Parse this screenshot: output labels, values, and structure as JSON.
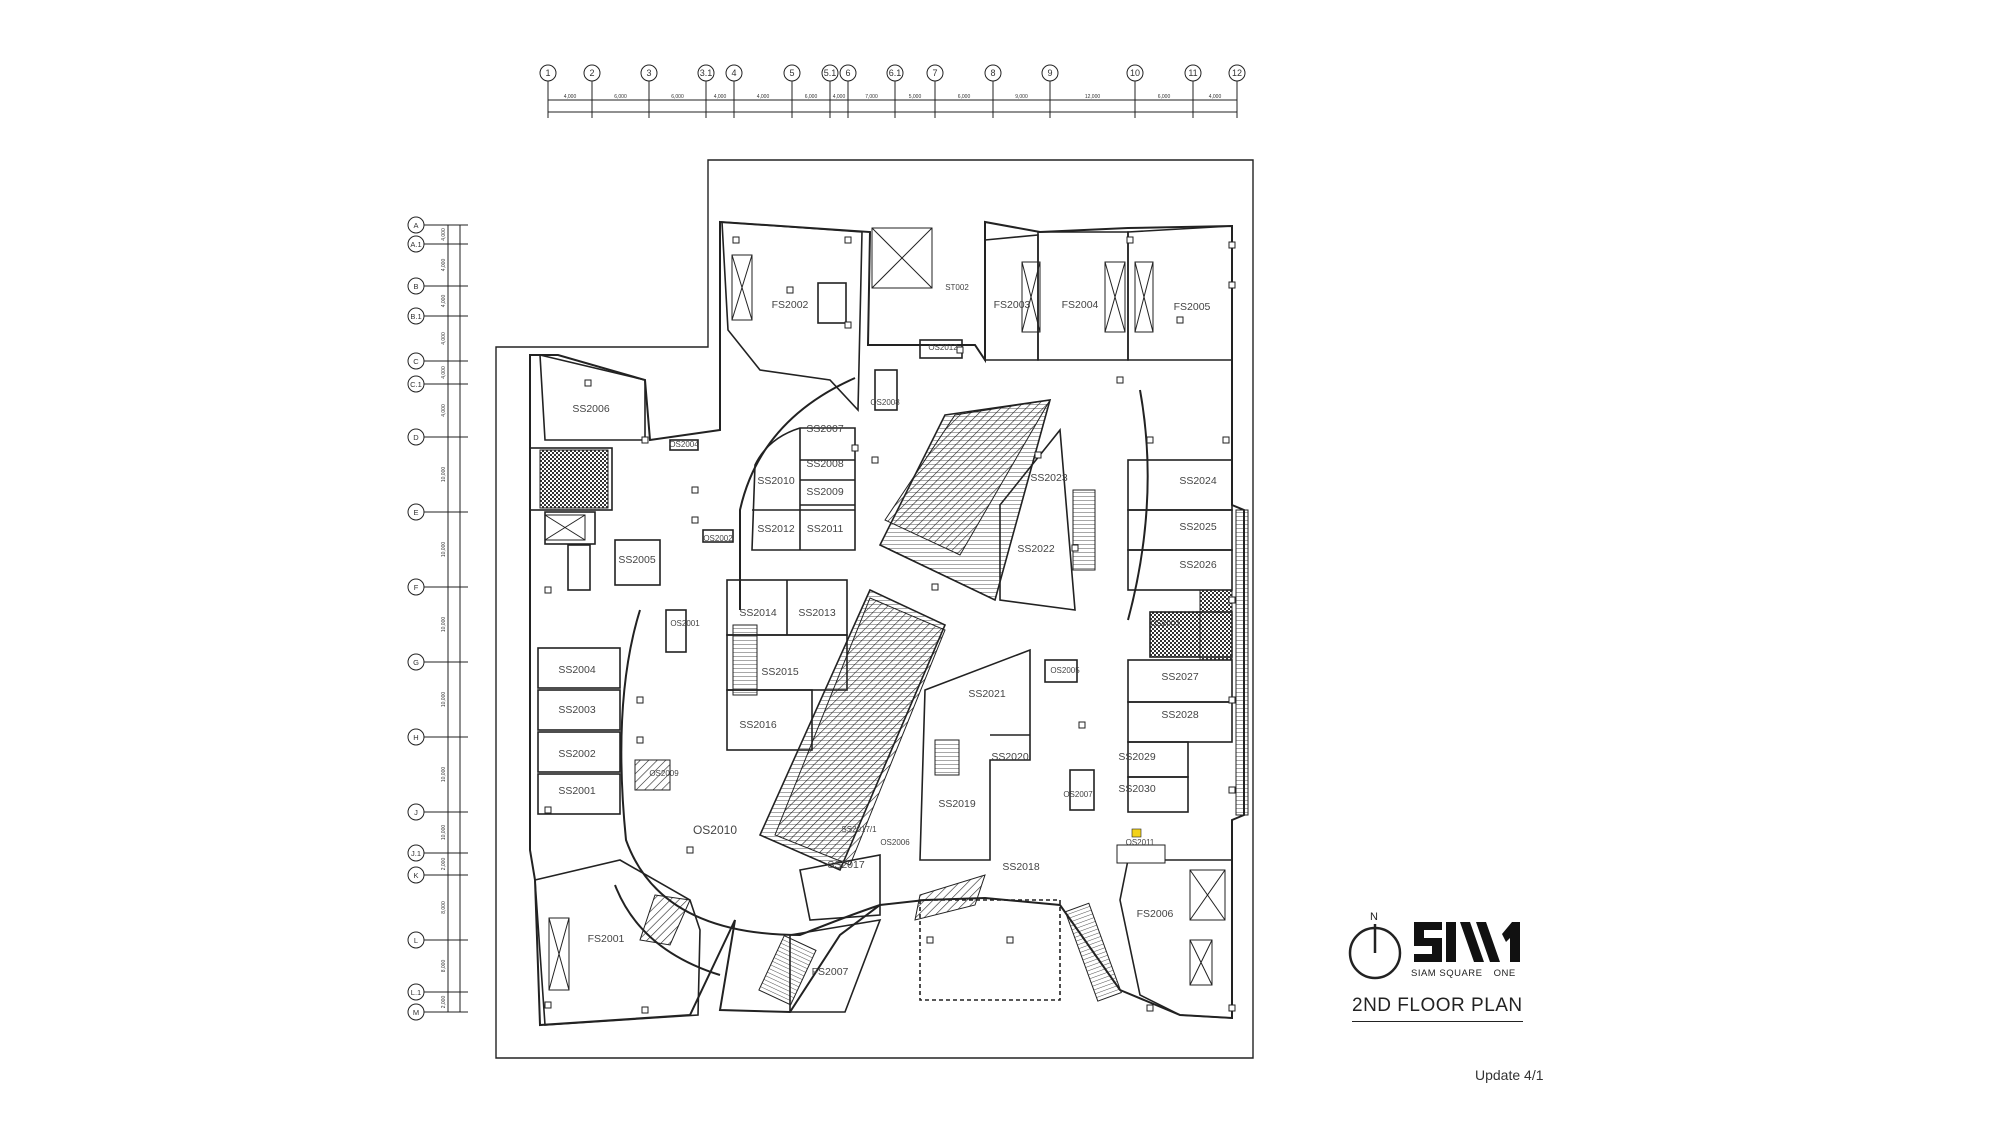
{
  "drawing": {
    "title": "2ND  FLOOR PLAN",
    "update": "Update  4/1",
    "north_label": "N",
    "brand_words": [
      "SIAM SQUARE",
      "ONE"
    ],
    "line_color": "#222222",
    "highlight_color": "#f2d21b"
  },
  "grid": {
    "columns": [
      "1",
      "2",
      "3",
      "3.1",
      "4",
      "5",
      "5.1",
      "6",
      "6.1",
      "7",
      "8",
      "9",
      "10",
      "11",
      "12"
    ],
    "rows": [
      "A",
      "A.1",
      "B",
      "B.1",
      "C",
      "C.1",
      "D",
      "E",
      "F",
      "G",
      "H",
      "J",
      "J.1",
      "K",
      "L",
      "L.1",
      "M"
    ],
    "column_spans": [
      "4,000",
      "6,000",
      "6,000",
      "4,000",
      "4,000",
      "6,000",
      "4,000",
      "7,000",
      "5,000",
      "6,000",
      "9,000",
      "12,000",
      "6,000",
      "4,000"
    ],
    "row_spans": [
      "4,000",
      "4,000",
      "4,000",
      "4,000",
      "4,000",
      "4,000",
      "10,000",
      "10,000",
      "10,000",
      "10,000",
      "10,000",
      "10,000",
      "2,000",
      "8,000",
      "8,000",
      "2,000"
    ]
  },
  "units": [
    {
      "id": "FS2001",
      "kind": "fs"
    },
    {
      "id": "FS2002",
      "kind": "fs"
    },
    {
      "id": "FS2003",
      "kind": "fs"
    },
    {
      "id": "FS2004",
      "kind": "fs"
    },
    {
      "id": "FS2005",
      "kind": "fs"
    },
    {
      "id": "FS2006",
      "kind": "fs"
    },
    {
      "id": "FS2007",
      "kind": "fs"
    },
    {
      "id": "SS2001",
      "kind": "ss"
    },
    {
      "id": "SS2002",
      "kind": "ss"
    },
    {
      "id": "SS2003",
      "kind": "ss"
    },
    {
      "id": "SS2004",
      "kind": "ss"
    },
    {
      "id": "SS2005",
      "kind": "ss"
    },
    {
      "id": "SS2006",
      "kind": "ss"
    },
    {
      "id": "SS2007",
      "kind": "ss"
    },
    {
      "id": "SS2008",
      "kind": "ss"
    },
    {
      "id": "SS2009",
      "kind": "ss"
    },
    {
      "id": "SS2010",
      "kind": "ss"
    },
    {
      "id": "SS2011",
      "kind": "ss"
    },
    {
      "id": "SS2012",
      "kind": "ss"
    },
    {
      "id": "SS2013",
      "kind": "ss"
    },
    {
      "id": "SS2014",
      "kind": "ss"
    },
    {
      "id": "SS2015",
      "kind": "ss"
    },
    {
      "id": "SS2016",
      "kind": "ss"
    },
    {
      "id": "SS2017",
      "kind": "ss"
    },
    {
      "id": "SS2018",
      "kind": "ss"
    },
    {
      "id": "SS2019",
      "kind": "ss"
    },
    {
      "id": "SS2020",
      "kind": "ss"
    },
    {
      "id": "SS2021",
      "kind": "ss"
    },
    {
      "id": "SS2022",
      "kind": "ss"
    },
    {
      "id": "SS2023",
      "kind": "ss"
    },
    {
      "id": "SS2024",
      "kind": "ss"
    },
    {
      "id": "SS2025",
      "kind": "ss"
    },
    {
      "id": "SS2026",
      "kind": "ss"
    },
    {
      "id": "SS2027",
      "kind": "ss"
    },
    {
      "id": "SS2028",
      "kind": "ss"
    },
    {
      "id": "SS2029",
      "kind": "ss"
    },
    {
      "id": "SS2030",
      "kind": "ss"
    },
    {
      "id": "OS2001",
      "kind": "os"
    },
    {
      "id": "OS2002",
      "kind": "os"
    },
    {
      "id": "OS2003",
      "kind": "os"
    },
    {
      "id": "OS2004",
      "kind": "os"
    },
    {
      "id": "OS2005",
      "kind": "os"
    },
    {
      "id": "OS2006",
      "kind": "os"
    },
    {
      "id": "OS2007",
      "kind": "os"
    },
    {
      "id": "OS2008",
      "kind": "os"
    },
    {
      "id": "OS2009",
      "kind": "os"
    },
    {
      "id": "OS2010",
      "kind": "os"
    },
    {
      "id": "OS2011",
      "kind": "os"
    },
    {
      "id": "OS2012",
      "kind": "os"
    },
    {
      "id": "ST002",
      "kind": "st"
    },
    {
      "id": "SS2017/1",
      "kind": "ss"
    }
  ],
  "services": {
    "stair_tag": "ST"
  }
}
